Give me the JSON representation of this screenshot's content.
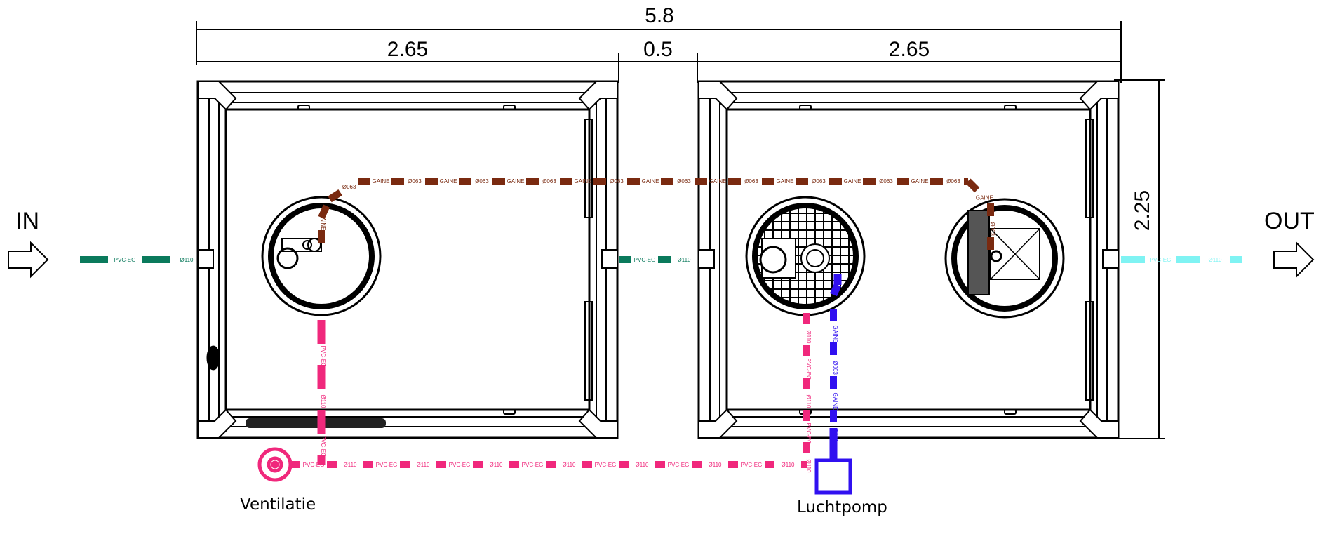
{
  "dimensions": {
    "total_width": "5.8",
    "tank_left_width": "2.65",
    "gap_width": "0.5",
    "tank_right_width": "2.65",
    "height": "2.25"
  },
  "labels": {
    "inlet": "IN",
    "outlet": "OUT",
    "ventilation": "Ventilatie",
    "air_pump": "Luchtpomp"
  },
  "pipes": {
    "inlet": {
      "material": "PVC-EG",
      "diameter": "Ø110",
      "color": "#0a7a5c"
    },
    "connection": {
      "material": "PVC-EG",
      "diameter": "Ø110",
      "color": "#0a7a5c"
    },
    "outlet": {
      "material": "PVC-EG",
      "diameter": "Ø110",
      "color": "#7ff3f3"
    },
    "gaine_brown": {
      "material": "GAINE",
      "diameter": "Ø063",
      "color": "#7a2a10"
    },
    "ventilation": {
      "material": "PVC-EG",
      "diameter": "Ø110",
      "color": "#f0287c"
    },
    "air_pump": {
      "material": "GAINE",
      "diameter": "Ø063",
      "color": "#3010f0"
    }
  }
}
